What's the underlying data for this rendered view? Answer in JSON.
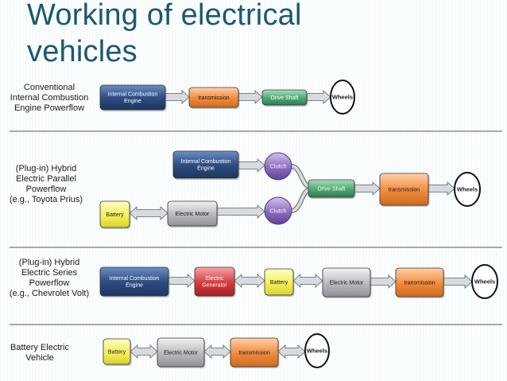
{
  "title": "Working of electrical\nvehicles",
  "rows": [
    {
      "label": "Conventional\nInternal Combustion\nEngine Powerflow",
      "nodes": [
        {
          "text": "Internal Combustion\nEngine",
          "kind": "navy"
        },
        {
          "text": "transmission",
          "kind": "orange"
        },
        {
          "text": "Drive Shaft",
          "kind": "green"
        },
        {
          "text": "Wheels",
          "kind": "wheel"
        }
      ]
    },
    {
      "label": "(Plug-in) Hybrid\nElectric Parallel\nPowerflow\n(e.g., Toyota Prius)",
      "nodes": [
        {
          "text": "Internal Combustion\nEngine",
          "kind": "navy"
        },
        {
          "text": "Clutch",
          "kind": "purple"
        },
        {
          "text": "Battery",
          "kind": "yellow"
        },
        {
          "text": "Electric Motor",
          "kind": "gray"
        },
        {
          "text": "Clutch",
          "kind": "purple"
        },
        {
          "text": "Drive Shaft",
          "kind": "green"
        },
        {
          "text": "transmission",
          "kind": "orange"
        },
        {
          "text": "Wheels",
          "kind": "wheel"
        }
      ]
    },
    {
      "label": "(Plug-in) Hybrid\nElectric Series\nPowerflow\n(e.g., Chevrolet Volt)",
      "nodes": [
        {
          "text": "Internal Combustion\nEngine",
          "kind": "navy"
        },
        {
          "text": "Electric\nGenerator",
          "kind": "red"
        },
        {
          "text": "Battery",
          "kind": "yellow"
        },
        {
          "text": "Electric Motor",
          "kind": "gray"
        },
        {
          "text": "transmission",
          "kind": "orange"
        },
        {
          "text": "Wheels",
          "kind": "wheel"
        }
      ]
    },
    {
      "label": "Battery Electric\nVehicle",
      "nodes": [
        {
          "text": "Battery",
          "kind": "yellow"
        },
        {
          "text": "Electric Motor",
          "kind": "gray"
        },
        {
          "text": "transmission",
          "kind": "orange"
        },
        {
          "text": "Wheels",
          "kind": "wheel"
        }
      ]
    }
  ],
  "colors": {
    "title": "#1b5872",
    "navy": "#2f4e82",
    "orange": "#f08a3c",
    "green": "#4fa673",
    "purple": "#8c6bbd",
    "yellow": "#f4f05a",
    "gray": "#b7b9bd",
    "red": "#d43a3f",
    "separator": "#a9a9a9",
    "arrow": "#d7dbe0"
  }
}
